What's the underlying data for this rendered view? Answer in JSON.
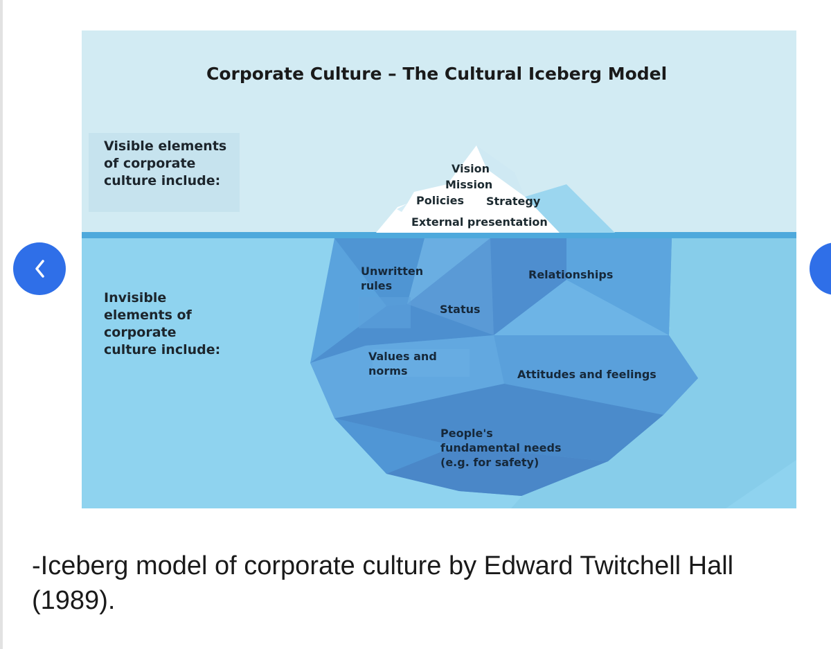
{
  "diagram": {
    "title": "Corporate Culture – The Cultural Iceberg Model",
    "visible_side_label": "Visible elements\nof corporate\nculture include:",
    "invisible_side_label": "Invisible\nelements of\ncorporate\nculture include:",
    "visible_elements": {
      "vision": "Vision",
      "mission": "Mission",
      "policies": "Policies",
      "strategy": "Strategy",
      "external_presentation": "External presentation"
    },
    "invisible_elements": {
      "unwritten_rules": "Unwritten\nrules",
      "relationships": "Relationships",
      "status": "Status",
      "values_and_norms": "Values and\nnorms",
      "attitudes_and_feelings": "Attitudes and feelings",
      "fundamental_needs": "People's\nfundamental needs\n(e.g. for safety)"
    },
    "colors": {
      "sky": "#d2ebf3",
      "water": "#8fd3ef",
      "waterline": "#4ea9dc",
      "iceberg_tip": "#ffffff",
      "iceberg_underwater": "#5aa3dd"
    }
  },
  "caption": "-Iceberg model of corporate culture by Edward Twitchell Hall (1989).",
  "navigation": {
    "prev_icon": "chevron-left-icon",
    "next_icon": "chevron-right-icon"
  }
}
